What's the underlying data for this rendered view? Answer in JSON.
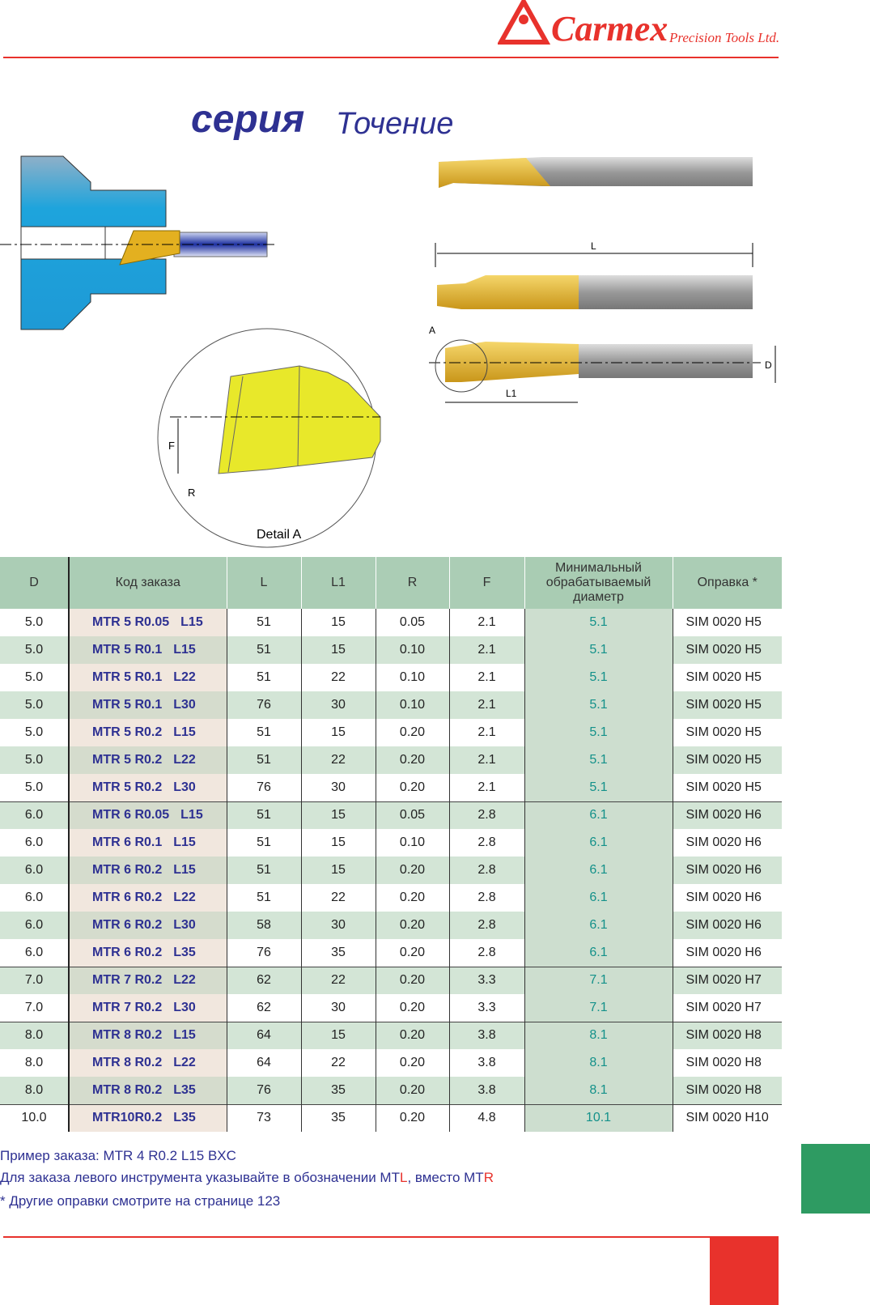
{
  "brand": {
    "name": "Carmex",
    "tagline": "Precision Tools Ltd.",
    "color": "#e8322c"
  },
  "title": {
    "series": "серия",
    "name": "Точение"
  },
  "diagram": {
    "label_L": "L",
    "label_L1": "L1",
    "label_D": "D",
    "label_A": "A",
    "label_F": "F",
    "label_R": "R",
    "detail": "Detail A"
  },
  "table": {
    "headers": [
      "D",
      "Код заказа",
      "L",
      "L1",
      "R",
      "F",
      "Минимальный обрабатываемый диаметр",
      "Оправка *"
    ],
    "rows": [
      {
        "D": "5.0",
        "code": "MTR 5 R0.05",
        "len": "L15",
        "L": "51",
        "L1": "15",
        "R": "0.05",
        "F": "2.1",
        "min": "5.1",
        "holder": "SIM 0020 H5"
      },
      {
        "D": "5.0",
        "code": "MTR 5 R0.1",
        "len": "L15",
        "L": "51",
        "L1": "15",
        "R": "0.10",
        "F": "2.1",
        "min": "5.1",
        "holder": "SIM 0020 H5"
      },
      {
        "D": "5.0",
        "code": "MTR 5 R0.1",
        "len": "L22",
        "L": "51",
        "L1": "22",
        "R": "0.10",
        "F": "2.1",
        "min": "5.1",
        "holder": "SIM 0020 H5"
      },
      {
        "D": "5.0",
        "code": "MTR 5 R0.1",
        "len": "L30",
        "L": "76",
        "L1": "30",
        "R": "0.10",
        "F": "2.1",
        "min": "5.1",
        "holder": "SIM 0020 H5"
      },
      {
        "D": "5.0",
        "code": "MTR 5 R0.2",
        "len": "L15",
        "L": "51",
        "L1": "15",
        "R": "0.20",
        "F": "2.1",
        "min": "5.1",
        "holder": "SIM 0020 H5"
      },
      {
        "D": "5.0",
        "code": "MTR 5 R0.2",
        "len": "L22",
        "L": "51",
        "L1": "22",
        "R": "0.20",
        "F": "2.1",
        "min": "5.1",
        "holder": "SIM 0020 H5"
      },
      {
        "D": "5.0",
        "code": "MTR 5 R0.2",
        "len": "L30",
        "L": "76",
        "L1": "30",
        "R": "0.20",
        "F": "2.1",
        "min": "5.1",
        "holder": "SIM 0020 H5"
      },
      {
        "D": "6.0",
        "code": "MTR 6 R0.05",
        "len": "L15",
        "L": "51",
        "L1": "15",
        "R": "0.05",
        "F": "2.8",
        "min": "6.1",
        "holder": "SIM 0020 H6",
        "group": true
      },
      {
        "D": "6.0",
        "code": "MTR 6 R0.1",
        "len": "L15",
        "L": "51",
        "L1": "15",
        "R": "0.10",
        "F": "2.8",
        "min": "6.1",
        "holder": "SIM 0020 H6"
      },
      {
        "D": "6.0",
        "code": "MTR 6 R0.2",
        "len": "L15",
        "L": "51",
        "L1": "15",
        "R": "0.20",
        "F": "2.8",
        "min": "6.1",
        "holder": "SIM 0020 H6"
      },
      {
        "D": "6.0",
        "code": "MTR 6 R0.2",
        "len": "L22",
        "L": "51",
        "L1": "22",
        "R": "0.20",
        "F": "2.8",
        "min": "6.1",
        "holder": "SIM 0020 H6"
      },
      {
        "D": "6.0",
        "code": "MTR 6 R0.2",
        "len": "L30",
        "L": "58",
        "L1": "30",
        "R": "0.20",
        "F": "2.8",
        "min": "6.1",
        "holder": "SIM 0020 H6"
      },
      {
        "D": "6.0",
        "code": "MTR 6 R0.2",
        "len": "L35",
        "L": "76",
        "L1": "35",
        "R": "0.20",
        "F": "2.8",
        "min": "6.1",
        "holder": "SIM 0020 H6"
      },
      {
        "D": "7.0",
        "code": "MTR 7 R0.2",
        "len": "L22",
        "L": "62",
        "L1": "22",
        "R": "0.20",
        "F": "3.3",
        "min": "7.1",
        "holder": "SIM 0020 H7",
        "group": true
      },
      {
        "D": "7.0",
        "code": "MTR 7 R0.2",
        "len": "L30",
        "L": "62",
        "L1": "30",
        "R": "0.20",
        "F": "3.3",
        "min": "7.1",
        "holder": "SIM 0020 H7"
      },
      {
        "D": "8.0",
        "code": "MTR 8 R0.2",
        "len": "L15",
        "L": "64",
        "L1": "15",
        "R": "0.20",
        "F": "3.8",
        "min": "8.1",
        "holder": "SIM 0020 H8",
        "group": true
      },
      {
        "D": "8.0",
        "code": "MTR 8 R0.2",
        "len": "L22",
        "L": "64",
        "L1": "22",
        "R": "0.20",
        "F": "3.8",
        "min": "8.1",
        "holder": "SIM 0020 H8"
      },
      {
        "D": "8.0",
        "code": "MTR 8 R0.2",
        "len": "L35",
        "L": "76",
        "L1": "35",
        "R": "0.20",
        "F": "3.8",
        "min": "8.1",
        "holder": "SIM 0020 H8"
      },
      {
        "D": "10.0",
        "code": "MTR10R0.2",
        "len": "L35",
        "L": "73",
        "L1": "35",
        "R": "0.20",
        "F": "4.8",
        "min": "10.1",
        "holder": "SIM 0020 H10",
        "group": true
      }
    ]
  },
  "notes": {
    "example": "Пример заказа: MTR 4 R0.2 L15 BXC",
    "left_a": "Для заказа левого инструмента указывайте в обозначении MT",
    "left_b": "L",
    "left_c": ", вместо MT",
    "left_d": "R",
    "other": "* Другие оправки смотрите на странице 123"
  }
}
